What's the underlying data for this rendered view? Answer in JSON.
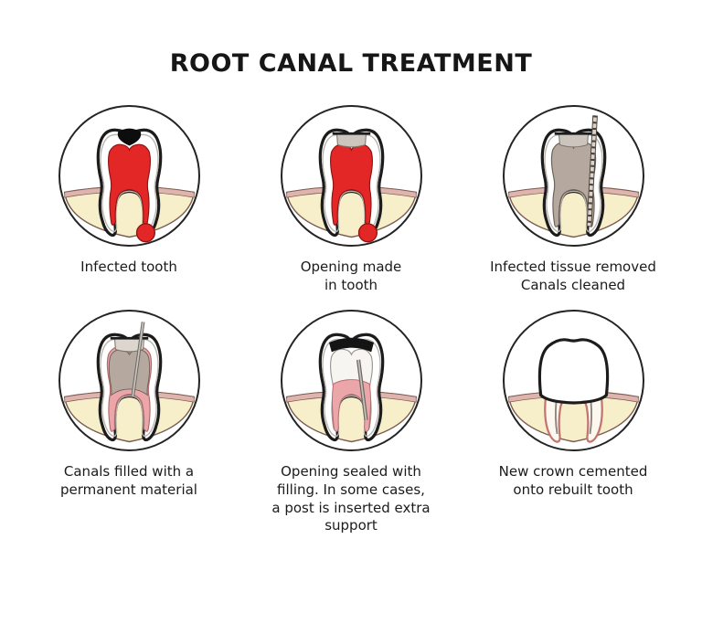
{
  "title": "ROOT CANAL TREATMENT",
  "stages": [
    {
      "id": 1,
      "icon": "infected-tooth-icon",
      "caption": "Infected tooth"
    },
    {
      "id": 2,
      "icon": "opened-tooth-icon",
      "caption": "Opening made\nin tooth"
    },
    {
      "id": 3,
      "icon": "cleaned-canals-icon",
      "caption": "Infected tissue removed\nCanals cleaned"
    },
    {
      "id": 4,
      "icon": "filled-canals-icon",
      "caption": "Canals filled with a\npermanent material"
    },
    {
      "id": 5,
      "icon": "sealed-tooth-icon",
      "caption": "Opening sealed with\nfilling. In some cases,\na post is inserted extra\nsupport"
    },
    {
      "id": 6,
      "icon": "new-crown-icon",
      "caption": "New crown cemented\nonto rebuilt tooth"
    }
  ],
  "colors": {
    "pulp_red": "#e32726",
    "bone_cream": "#f7efca",
    "gum_pink": "#dfb3ae",
    "canal_pink": "#eba6a9",
    "tissue_taupe": "#b5a89e",
    "outline_black": "#1c1c1c",
    "text": "#1b1b1b",
    "background": "#ffffff"
  }
}
